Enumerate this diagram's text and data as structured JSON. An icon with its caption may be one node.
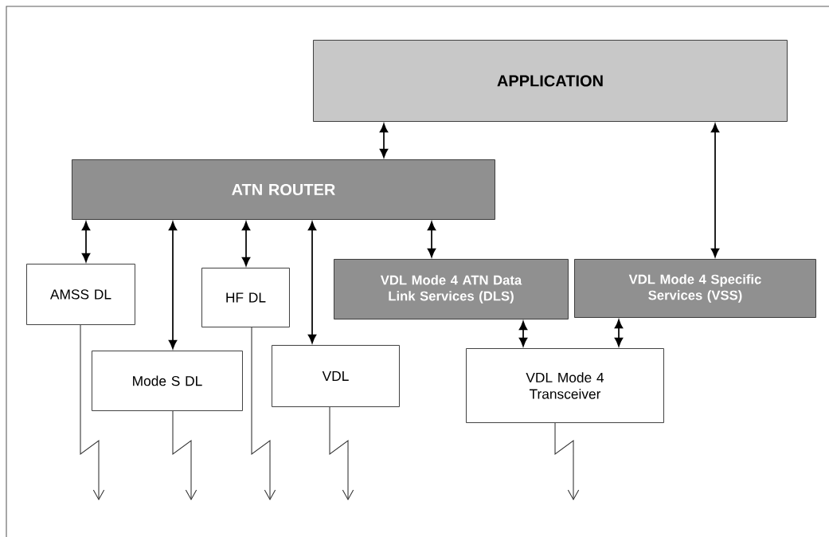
{
  "diagram": {
    "nodes": [
      {
        "text": [
          "APPLICATION"
        ]
      },
      {
        "text": [
          "ATN ROUTER"
        ]
      },
      {
        "text": [
          "AMSS DL"
        ]
      },
      {
        "text": [
          "Mode S DL"
        ]
      },
      {
        "text": [
          "HF DL"
        ]
      },
      {
        "text": [
          "VDL"
        ]
      },
      {
        "text": [
          "VDL Mode 4 ATN Data Link Services (DLS)"
        ]
      },
      {
        "text": [
          "VDL Mode 4 Specific Services (VSS)"
        ]
      },
      {
        "text": [
          "VDL Mode 4 Transceiver"
        ]
      }
    ],
    "edges": [
      {
        "from": 1,
        "to": 0,
        "arrow": "both"
      },
      {
        "from": 0,
        "to": 7,
        "arrow": "both"
      },
      {
        "from": 1,
        "to": 2,
        "arrow": "both"
      },
      {
        "from": 1,
        "to": 3,
        "arrow": "both"
      },
      {
        "from": 1,
        "to": 4,
        "arrow": "both"
      },
      {
        "from": 1,
        "to": 5,
        "arrow": "both"
      },
      {
        "from": 1,
        "to": 6,
        "arrow": "both"
      },
      {
        "from": 6,
        "to": 8,
        "arrow": "both"
      },
      {
        "from": 7,
        "to": 8,
        "arrow": "both"
      },
      {
        "from": 2,
        "to": null,
        "arrow": "to"
      },
      {
        "from": 3,
        "to": null,
        "arrow": "to"
      },
      {
        "from": 4,
        "to": null,
        "arrow": "to"
      },
      {
        "from": 5,
        "to": null,
        "arrow": "to"
      },
      {
        "from": 8,
        "to": null,
        "arrow": "to"
      }
    ]
  }
}
